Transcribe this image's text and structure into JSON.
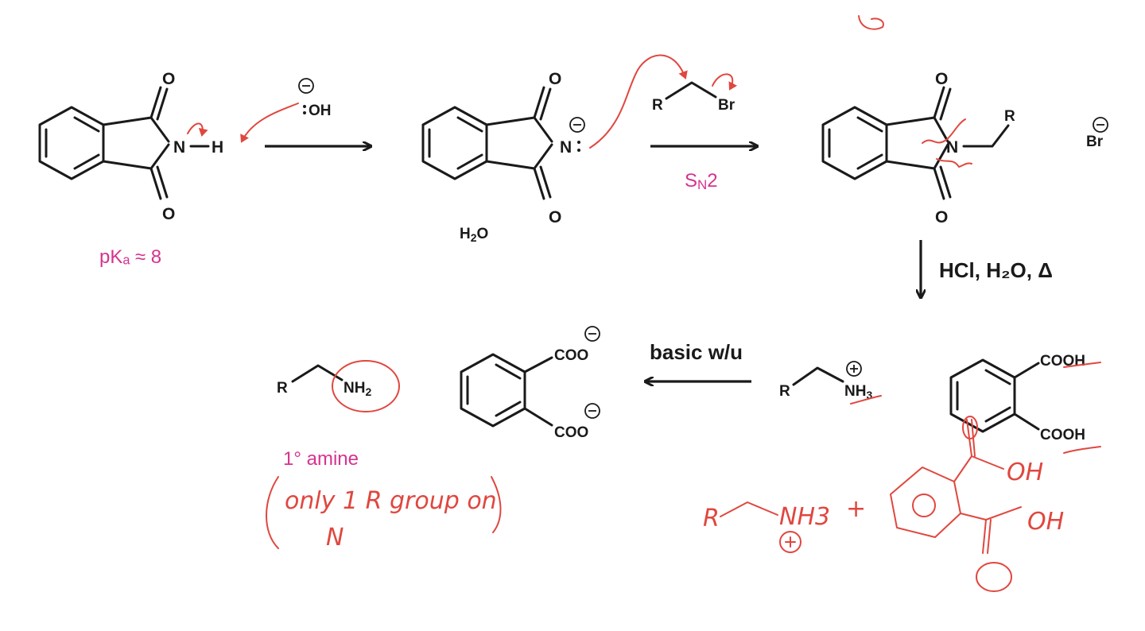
{
  "labels": {
    "oh": "OH",
    "r1": "R",
    "br1": "Br",
    "r2": "R",
    "br2": "Br",
    "r3": "R",
    "nh3": "NH",
    "nh3_sub": "3",
    "r4": "R",
    "nh2": "NH",
    "nh2_sub": "2",
    "o": "O",
    "n": "N",
    "h": "H",
    "water": "H",
    "water_sub": "2",
    "water_o": "O",
    "coo": "COO",
    "cooh": "COOH"
  },
  "conditions": {
    "sn2_main": "S",
    "sn2_sub": "N",
    "sn2_num": "2",
    "hydrolysis": "HCl, H₂O, Δ",
    "workup": "basic w/u"
  },
  "annotations": {
    "pka": "pKₐ ≈ 8",
    "amine": "1° amine"
  },
  "handwriting": {
    "note_line1": "only 1 R group on",
    "note_line2": "N",
    "eq_r": "R",
    "eq_nh3": "NH3",
    "eq_plus": "+",
    "eq_oh1": "OH",
    "eq_oh2": "OH"
  },
  "colors": {
    "ink_black": "#1a1a1a",
    "annotation_pink": "#d6338f",
    "handwriting_red": "#e0473f"
  }
}
